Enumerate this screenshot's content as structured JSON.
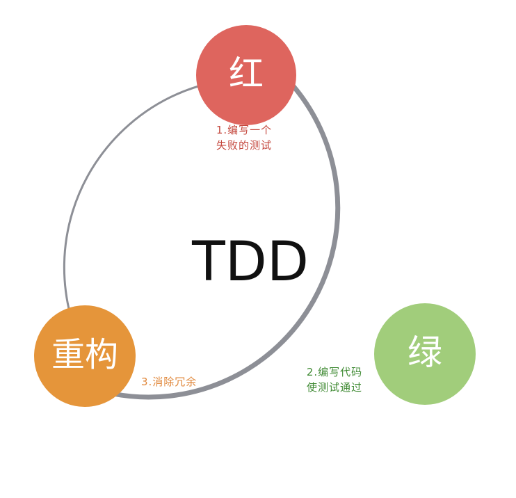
{
  "title": "TDD",
  "colors": {
    "ring": "#8d8f96",
    "red": "#de655e",
    "green": "#a1cd7b",
    "orange": "#e5953a",
    "red_text": "#c4473d",
    "green_text": "#3f8a33",
    "orange_text": "#e0873a"
  },
  "nodes": {
    "red": {
      "label": "红",
      "caption_line1": "1.编写一个",
      "caption_line2": "失败的测试"
    },
    "green": {
      "label": "绿",
      "caption_line1": "2.编写代码",
      "caption_line2": "使测试通过"
    },
    "orange": {
      "label": "重构",
      "caption_line1": "3.消除冗余"
    }
  }
}
